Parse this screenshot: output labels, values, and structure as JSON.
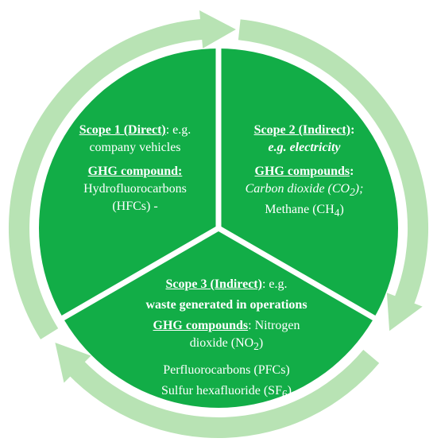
{
  "colors": {
    "sector_green": "#12ad47",
    "ring_light_green": "#b8e3b4",
    "divider": "#ffffff",
    "text": "#ffffff"
  },
  "scope1": {
    "heading": "Scope 1 (Direct)",
    "example": ": e.g.",
    "example_line2": "company vehicles",
    "compound_heading": "GHG compound:",
    "compound_line1": "Hydrofluorocarbons",
    "compound_line2": "(HFCs) -"
  },
  "scope2": {
    "heading": "Scope 2 (Indirect)",
    "heading_suffix": ":",
    "example": "e.g. electricity",
    "compound_heading": "GHG compounds",
    "compound_heading_suffix": ":",
    "compound_line1_prefix": "Carbon dioxide (CO",
    "compound_line1_sub": "2",
    "compound_line1_suffix": ");",
    "compound_line2_prefix": "Methane (CH",
    "compound_line2_sub": "4",
    "compound_line2_suffix": ")"
  },
  "scope3": {
    "heading": "Scope 3 (Indirect)",
    "example": ": e.g.",
    "example_line2": "waste generated in operations",
    "compound_heading": "GHG compounds",
    "compound_line1_rest": ": Nitrogen",
    "compound_line2_prefix": "dioxide (NO",
    "compound_line2_sub": "2",
    "compound_line2_suffix": ")",
    "compound_line3": "Perfluorocarbons (PFCs)",
    "compound_line4_prefix": "Sulfur hexafluoride (SF",
    "compound_line4_sub": "6",
    "compound_line4_suffix": ")"
  }
}
